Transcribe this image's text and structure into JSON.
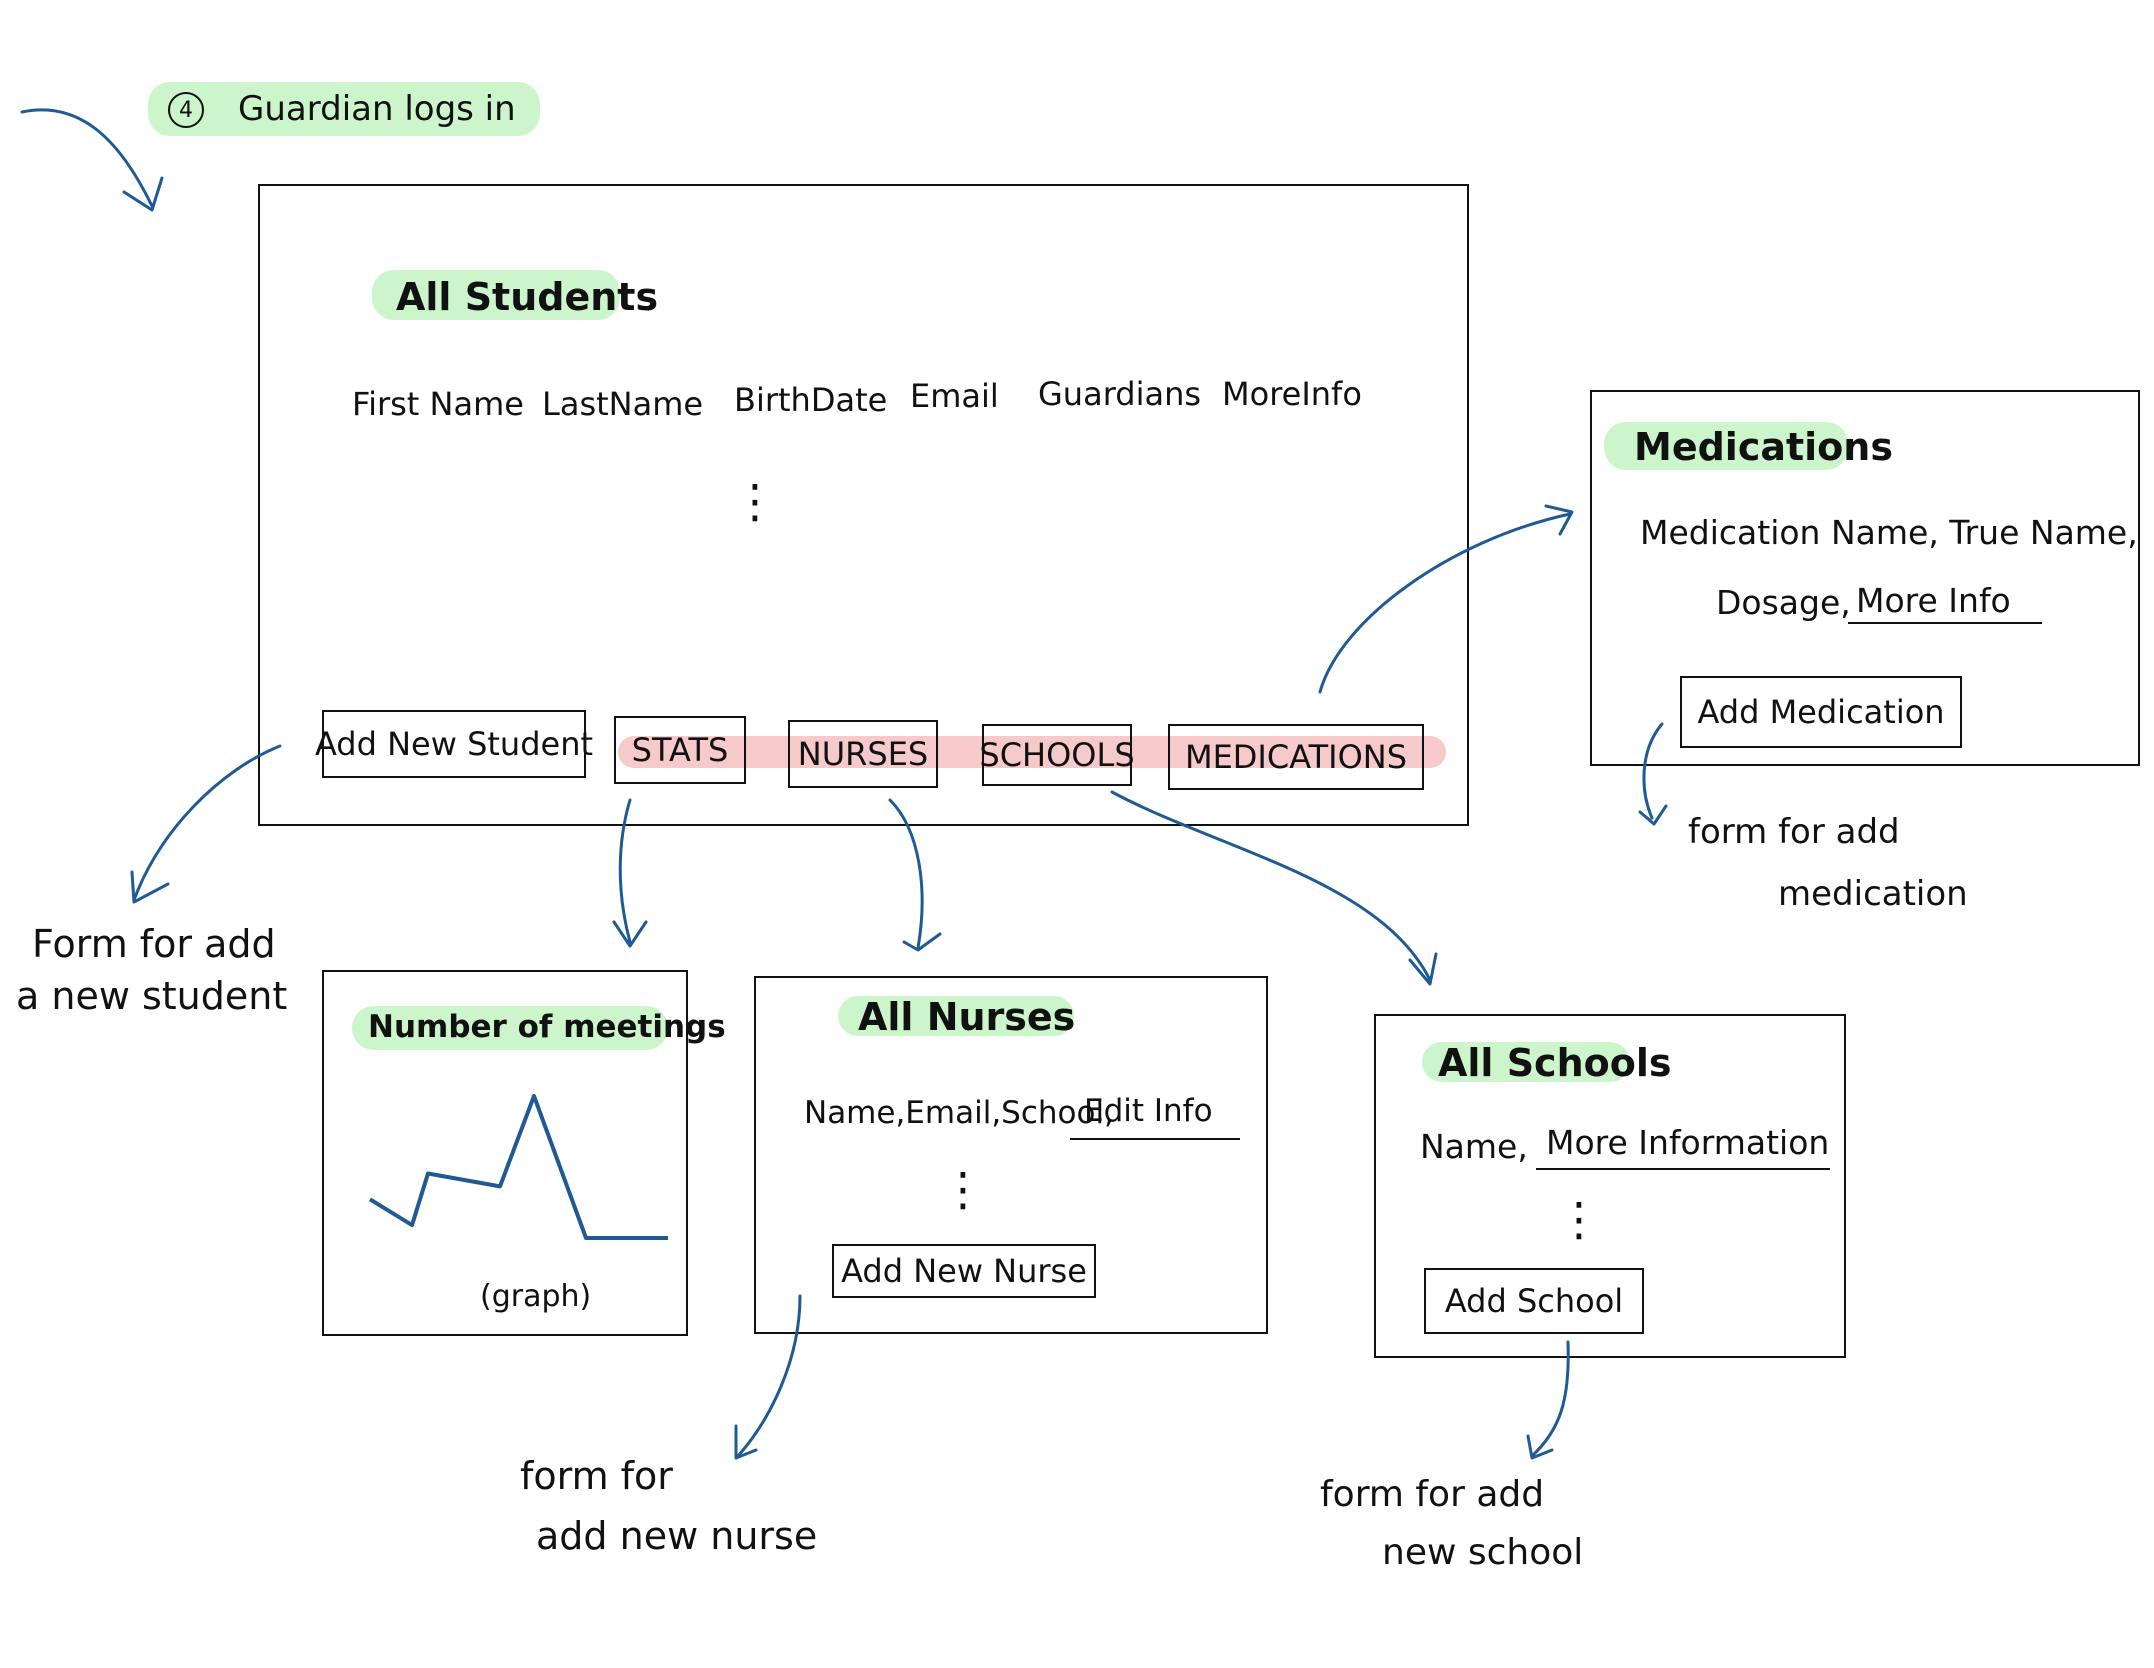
{
  "step": {
    "number": "4",
    "label": "Guardian logs in"
  },
  "students_screen": {
    "title": "All Students",
    "columns": [
      "First Name",
      "LastName",
      "BirthDate",
      "Email",
      "Guardians",
      "MoreInfo"
    ],
    "ellipsis": "⋮",
    "buttons": {
      "add_student": "Add New Student",
      "stats": "STATS",
      "nurses": "NURSES",
      "schools": "SCHOOLS",
      "medications": "MEDICATIONS"
    }
  },
  "medications_screen": {
    "title": "Medications",
    "fields_line1": "Medication Name, True Name,",
    "fields_line2": "Dosage,",
    "link": "More Info",
    "button": "Add Medication"
  },
  "meetings_screen": {
    "title": "Number of meetings",
    "caption": "(graph)",
    "graph_values": [
      3,
      1,
      5,
      4,
      11,
      0,
      0
    ]
  },
  "nurses_screen": {
    "title": "All Nurses",
    "fields": "Name,Email,School,",
    "link": "Edit Info",
    "ellipsis": "⋮",
    "button": "Add New Nurse"
  },
  "schools_screen": {
    "title": "All Schools",
    "fields": "Name,",
    "link": "More Information",
    "ellipsis": "⋮",
    "button": "Add School"
  },
  "notes": {
    "new_student_line1": "Form for add",
    "new_student_line2": "a new student",
    "new_medication_line1": "form for add",
    "new_medication_line2": "medication",
    "new_nurse_line1": "form for",
    "new_nurse_line2": "add new nurse",
    "new_school_line1": "form for add",
    "new_school_line2": "new school"
  },
  "colors": {
    "arrow": "#1f5a94",
    "title_highlight": "#ccf5cc",
    "nav_highlight": "#f6c9cb",
    "ink": "#111111"
  }
}
